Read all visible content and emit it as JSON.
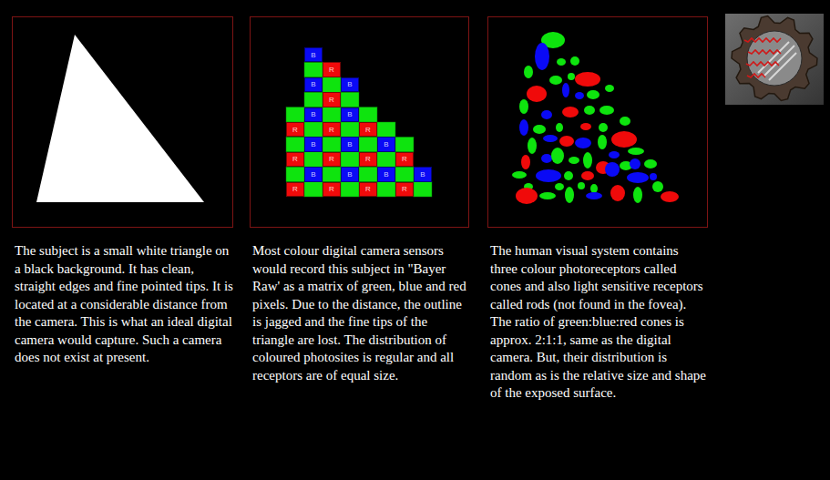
{
  "diagram": {
    "nodes": [
      {
        "text": [
          "B"
        ]
      },
      {
        "text": [
          "R"
        ]
      },
      {
        "text": [
          "B"
        ]
      },
      {
        "text": [
          "B"
        ]
      },
      {
        "text": [
          "R"
        ]
      },
      {
        "text": [
          "B"
        ]
      },
      {
        "text": [
          "B"
        ]
      },
      {
        "text": [
          "R"
        ]
      },
      {
        "text": [
          "R"
        ]
      },
      {
        "text": [
          "R"
        ]
      },
      {
        "text": [
          "B"
        ]
      },
      {
        "text": [
          "B"
        ]
      },
      {
        "text": [
          "B"
        ]
      },
      {
        "text": [
          "R"
        ]
      },
      {
        "text": [
          "R"
        ]
      },
      {
        "text": [
          "R"
        ]
      },
      {
        "text": [
          "R"
        ]
      },
      {
        "text": [
          "B"
        ]
      },
      {
        "text": [
          "B"
        ]
      },
      {
        "text": [
          "B"
        ]
      },
      {
        "text": [
          "B"
        ]
      },
      {
        "text": [
          "R"
        ]
      },
      {
        "text": [
          "R"
        ]
      },
      {
        "text": [
          "R"
        ]
      },
      {
        "text": [
          "R"
        ]
      }
    ],
    "labels": [
      "The subject is a small white triangle on a black background. It has clean, straight edges and fine pointed tips. It is located at a considerable distance from the camera. This is what an ideal digital camera would capture. Such a camera does not exist at present.",
      "Most colour digital camera sensors would record this subject in \"Bayer Raw' as a matrix of green, blue and red pixels. Due to the distance, the outline is jagged and the fine tips of the triangle are lost. The distribution of coloured photosites is regular and all receptors are of equal size.",
      "The human visual system contains three colour photoreceptors called cones and also light sensitive receptors called rods (not found in the fovea). The ratio of green:blue:red cones is approx. 2:1:1, same as the digital camera. But, their distribution is random as is the relative size and shape of the exposed surface."
    ]
  }
}
